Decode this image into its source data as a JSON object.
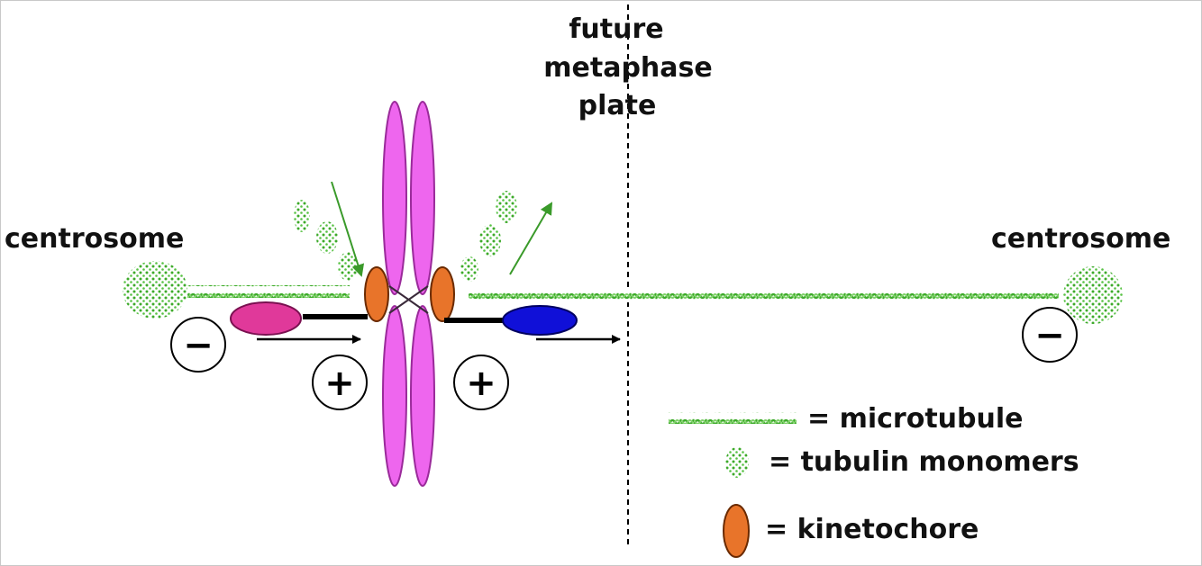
{
  "title_lines": [
    "future",
    "metaphase",
    "plate"
  ],
  "left_centrosome_label": "centrosome",
  "right_centrosome_label": "centrosome",
  "minus_symbol": "−",
  "plus_symbol": "+",
  "legend": {
    "microtubule": "= microtubule",
    "tubulin": "= tubulin monomers",
    "kinetochore": "= kinetochore"
  },
  "colors": {
    "microtubule": "#3daa2a",
    "tubulin": "#3daa2a",
    "chromosome": "#ee66ee",
    "kinetochore": "#e8742a",
    "motor_left": "#e0399a",
    "motor_right": "#1010d8",
    "arrow": "#000000",
    "flux_arrow": "#3a9a2a"
  }
}
